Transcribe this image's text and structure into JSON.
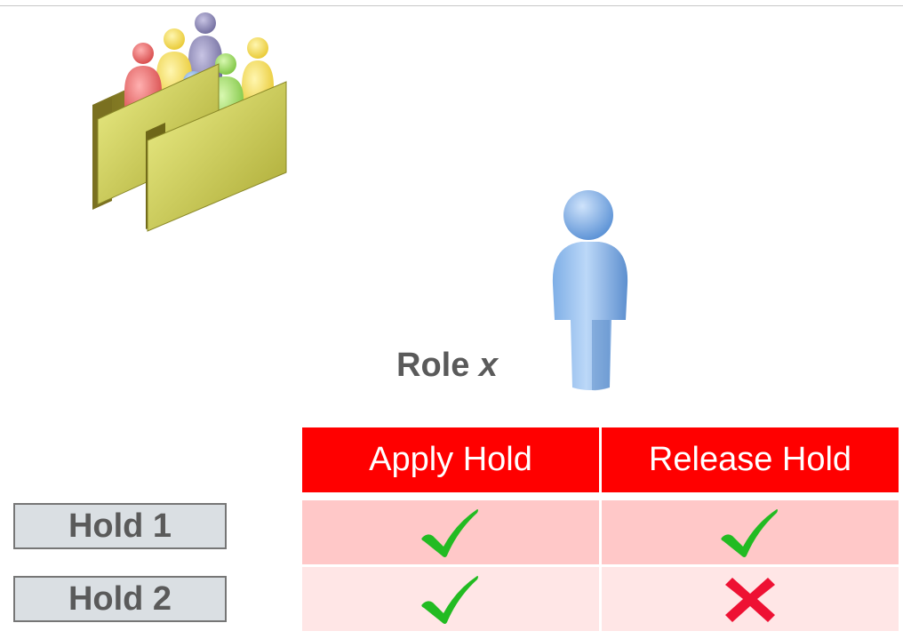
{
  "role": {
    "name": "Role",
    "variable": "x"
  },
  "table": {
    "columns": [
      "Apply Hold",
      "Release Hold"
    ],
    "rows": [
      {
        "hold": "Hold 1",
        "apply": "allowed",
        "release": "allowed"
      },
      {
        "hold": "Hold 2",
        "apply": "allowed",
        "release": "denied"
      }
    ]
  },
  "icons": {
    "group": "people-folder-icon",
    "user": "person-icon",
    "allowed": "checkmark-icon",
    "denied": "cross-icon"
  },
  "colors": {
    "header": "#ff0000",
    "row_odd": "#ffc8c8",
    "row_even": "#ffe6e6",
    "check": "#22bb22",
    "cross": "#ee1133",
    "hold_box": "#dadfe3"
  }
}
